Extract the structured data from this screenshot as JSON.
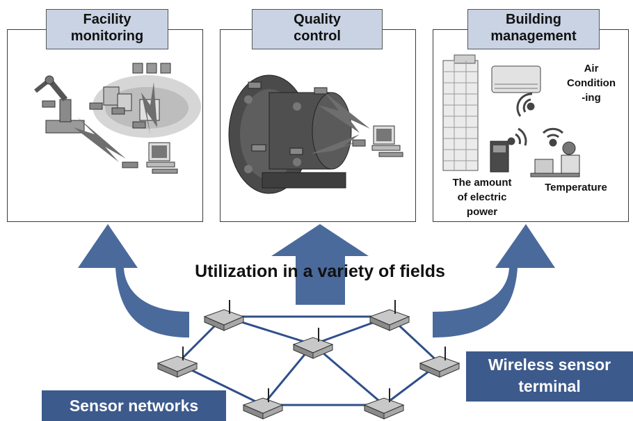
{
  "panels": {
    "facility": {
      "title": "Facility\nmonitoring"
    },
    "quality": {
      "title": "Quality\ncontrol"
    },
    "building": {
      "title": "Building\nmanagement",
      "air_label": "Air\nCondition\n-ing",
      "power_label": "The amount\nof electric\npower",
      "temperature_label": "Temperature"
    }
  },
  "utilization_text": "Utilization in a variety of fields",
  "sensor_networks_label": "Sensor networks",
  "wireless_terminal_label": "Wireless sensor\nterminal",
  "colors": {
    "arrow": "#4a6a9c",
    "banner": "#3c5a8c",
    "title_fill": "#c9d3e4",
    "network_line": "#2f4f8a"
  }
}
